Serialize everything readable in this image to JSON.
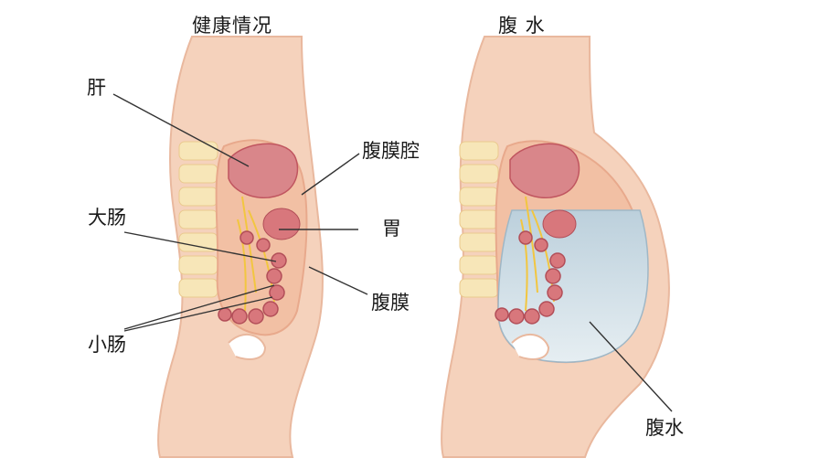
{
  "titles": {
    "healthy": "健康情况",
    "ascites": "腹 水"
  },
  "labels": {
    "liver": "肝",
    "peritoneal_cavity": "腹膜腔",
    "large_intestine": "大肠",
    "stomach": "胃",
    "peritoneum": "腹膜",
    "small_intestine": "小肠",
    "ascites_fluid": "腹水"
  },
  "colors": {
    "skin": "#F5D2BC",
    "skin_outline": "#E9B89E",
    "cavity": "#F6CBB3",
    "organ": "#D8777C",
    "organ_dark": "#C0555F",
    "spine": "#F7E6B8",
    "nerve": "#F2C640",
    "fluid": "#C9D9E2",
    "leader": "#333333"
  }
}
